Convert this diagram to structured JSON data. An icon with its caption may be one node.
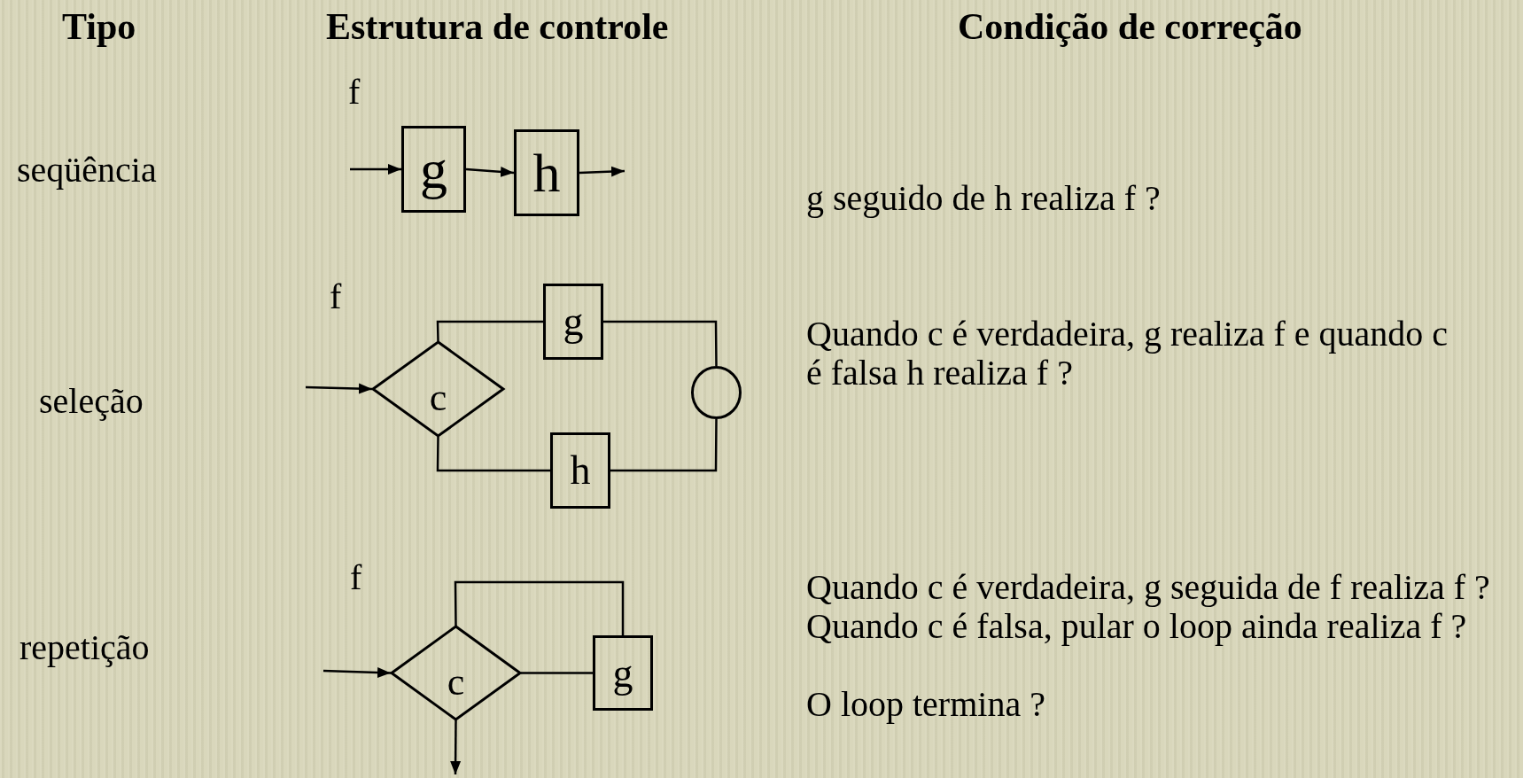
{
  "diagram": {
    "nodes": [
      {
        "text": [
          "g"
        ]
      },
      {
        "text": [
          "h"
        ]
      },
      {
        "text": [
          "c"
        ]
      },
      {
        "text": [
          "g"
        ]
      },
      {
        "text": [],
        "shape": "circle"
      },
      {
        "text": [
          "h"
        ]
      },
      {
        "text": [
          "c"
        ]
      },
      {
        "text": [
          "g"
        ]
      }
    ],
    "edges": [
      {
        "from": null,
        "to": 0,
        "arrow": "to"
      },
      {
        "from": 0,
        "to": 1,
        "arrow": "to"
      },
      {
        "from": 1,
        "to": null,
        "arrow": "to"
      },
      {
        "from": null,
        "to": 2,
        "arrow": "to"
      },
      {
        "from": 2,
        "to": 3,
        "arrow": "none"
      },
      {
        "from": 3,
        "to": 4,
        "arrow": "none"
      },
      {
        "from": 4,
        "to": 5,
        "arrow": "none"
      },
      {
        "from": 5,
        "to": 2,
        "arrow": "none"
      },
      {
        "from": null,
        "to": 6,
        "arrow": "to"
      },
      {
        "from": 6,
        "to": 7,
        "arrow": "none"
      },
      {
        "from": 6,
        "to": 7,
        "arrow": "none"
      },
      {
        "from": 6,
        "to": null,
        "arrow": "to"
      }
    ],
    "labels": [
      "Tipo",
      "Estrutura de controle",
      "Condição de correção",
      "f",
      "seqüência",
      "g seguido de h realiza f ?",
      "f",
      "seleção",
      "Quando c é verdadeira, g realiza f e quando c é falsa h realiza f ?",
      "f",
      "repetição",
      "Quando c é verdadeira, g seguida de f realiza f ? Quando c é falsa, pular o loop ainda realiza f ?",
      "O loop termina ?"
    ]
  }
}
